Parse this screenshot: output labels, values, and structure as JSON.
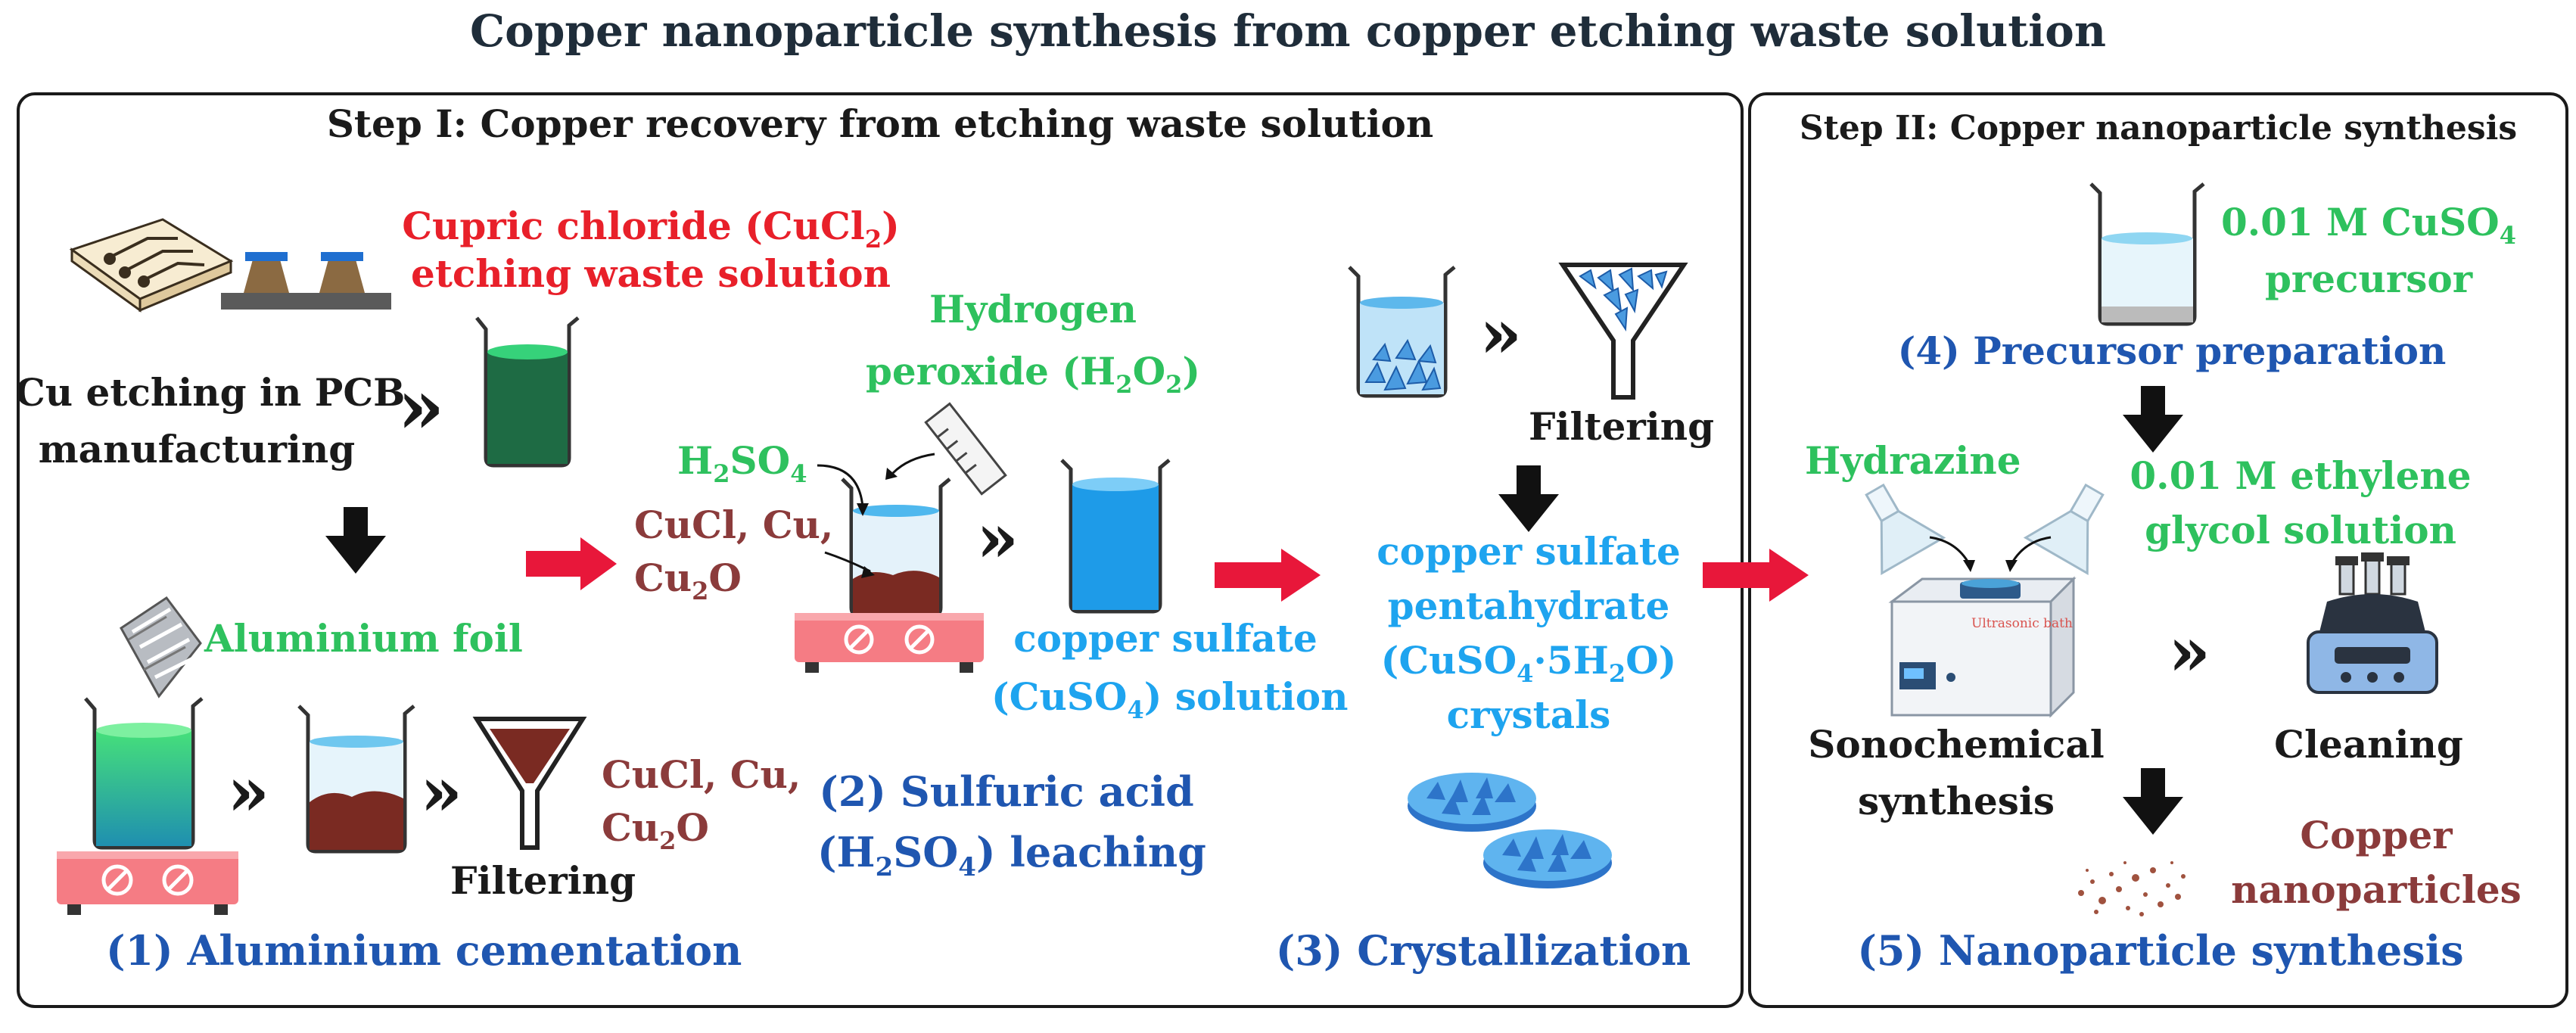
{
  "title": "Copper nanoparticle synthesis from copper etching waste solution",
  "step1": {
    "heading": "Step I: Copper recovery from etching waste solution",
    "cu_etching_line1": "Cu etching in PCB",
    "cu_etching_line2": "manufacturing",
    "cupric_line1_pre": "Cupric chloride (CuCl",
    "cupric_line1_sub": "2",
    "cupric_line1_post": ")",
    "cupric_line2": "etching waste solution",
    "aluminium_foil": "Aluminium foil",
    "cucl1_line1": "CuCl, Cu,",
    "cucl1_line2_pre": "Cu",
    "cucl1_line2_sub": "2",
    "cucl1_line2_post": "O",
    "filtering1": "Filtering",
    "stage1": "(1) Aluminium cementation",
    "hydrogen_line1": "Hydrogen",
    "hydrogen_line2_pre": "peroxide (H",
    "hydrogen_line2_sub1": "2",
    "hydrogen_line2_mid": "O",
    "hydrogen_line2_sub2": "2",
    "hydrogen_line2_post": ")",
    "h2so4_pre": "H",
    "h2so4_sub1": "2",
    "h2so4_mid": "SO",
    "h2so4_sub2": "4",
    "cucl2_line1": "CuCl, Cu,",
    "cucl2_line2_pre": "Cu",
    "cucl2_line2_sub": "2",
    "cucl2_line2_post": "O",
    "cuso4_line1": "copper sulfate",
    "cuso4_line2_pre": "(CuSO",
    "cuso4_line2_sub": "4",
    "cuso4_line2_post": ") solution",
    "stage2_line1": "(2) Sulfuric acid",
    "stage2_line2_pre": "(H",
    "stage2_line2_sub1": "2",
    "stage2_line2_mid": "SO",
    "stage2_line2_sub2": "4",
    "stage2_line2_post": ") leaching",
    "filtering2": "Filtering",
    "penta_line1": "copper sulfate",
    "penta_line2": "pentahydrate",
    "penta_line3_pre": "(CuSO",
    "penta_line3_sub": "4",
    "penta_line3_mid": "·5H",
    "penta_line3_sub2": "2",
    "penta_line3_post": "O)",
    "penta_line4": "crystals",
    "stage3": "(3) Crystallization"
  },
  "step2": {
    "heading": "Step II: Copper nanoparticle synthesis",
    "precursor_line1_pre": "0.01 M CuSO",
    "precursor_line1_sub": "4",
    "precursor_line2": "precursor",
    "stage4": "(4) Precursor preparation",
    "hydrazine": "Hydrazine",
    "eg_line1": "0.01 M ethylene",
    "eg_line2": "glycol solution",
    "bath_label": "Ultrasonic bath",
    "sono_line1": "Sonochemical",
    "sono_line2": "synthesis",
    "cleaning": "Cleaning",
    "cnp_line1": "Copper",
    "cnp_line2": "nanoparticles",
    "stage5": "(5) Nanoparticle synthesis"
  },
  "colors": {
    "red": "#e8202a",
    "green": "#2ec15e",
    "blue": "#1f56b0",
    "light_blue": "#1ea4ef",
    "brown": "#8b3b3b",
    "arrow_red": "#e8173a"
  }
}
